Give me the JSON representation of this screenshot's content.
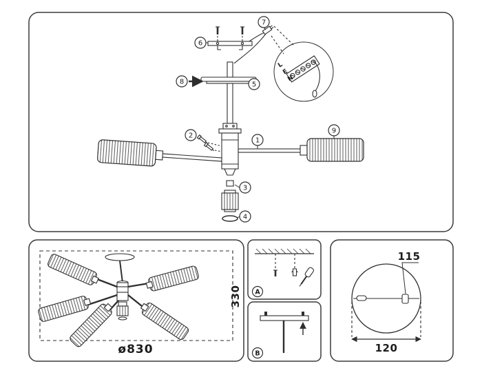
{
  "assembly_panel": {
    "callouts": [
      "1",
      "2",
      "3",
      "4",
      "5",
      "6",
      "7",
      "8",
      "9"
    ],
    "terminal_letters": [
      "L",
      "E",
      "N"
    ]
  },
  "top_view_panel": {
    "height_dim": "330",
    "diameter_dim": "ø830"
  },
  "mount_panels": {
    "a_label": "A",
    "b_label": "B"
  },
  "canopy_panel": {
    "slot_dim": "115",
    "width_dim": "120"
  },
  "colors": {
    "line": "#2e2e2e",
    "panel_border": "#3a3a3a"
  }
}
